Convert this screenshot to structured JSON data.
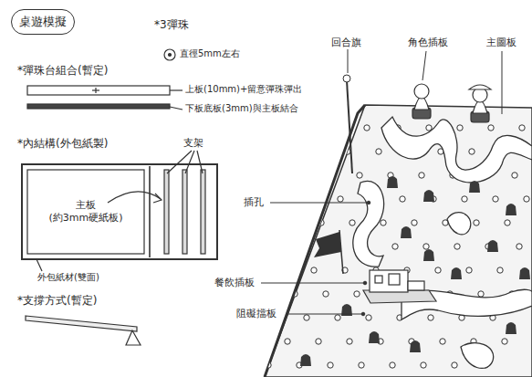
{
  "diagram": {
    "nodes": [
      {
        "text": [
          "桌遊模擬"
        ]
      },
      {
        "text": [
          "主板",
          "(約3mm硬紙板)"
        ]
      }
    ],
    "labels": [
      "*3彈珠",
      "直徑5mm左右",
      "*彈珠台組合(暫定)",
      "上板(10mm)+留意彈珠彈出",
      "下板底板(3mm)與主板結合",
      "*內結構(外包紙製)",
      "支架",
      "外包紙材(雙面)",
      "*支撐方式(暫定)",
      "回合旗",
      "角色插板",
      "主圖板",
      "插孔",
      "餐飲插板",
      "阻礙擋板"
    ]
  }
}
